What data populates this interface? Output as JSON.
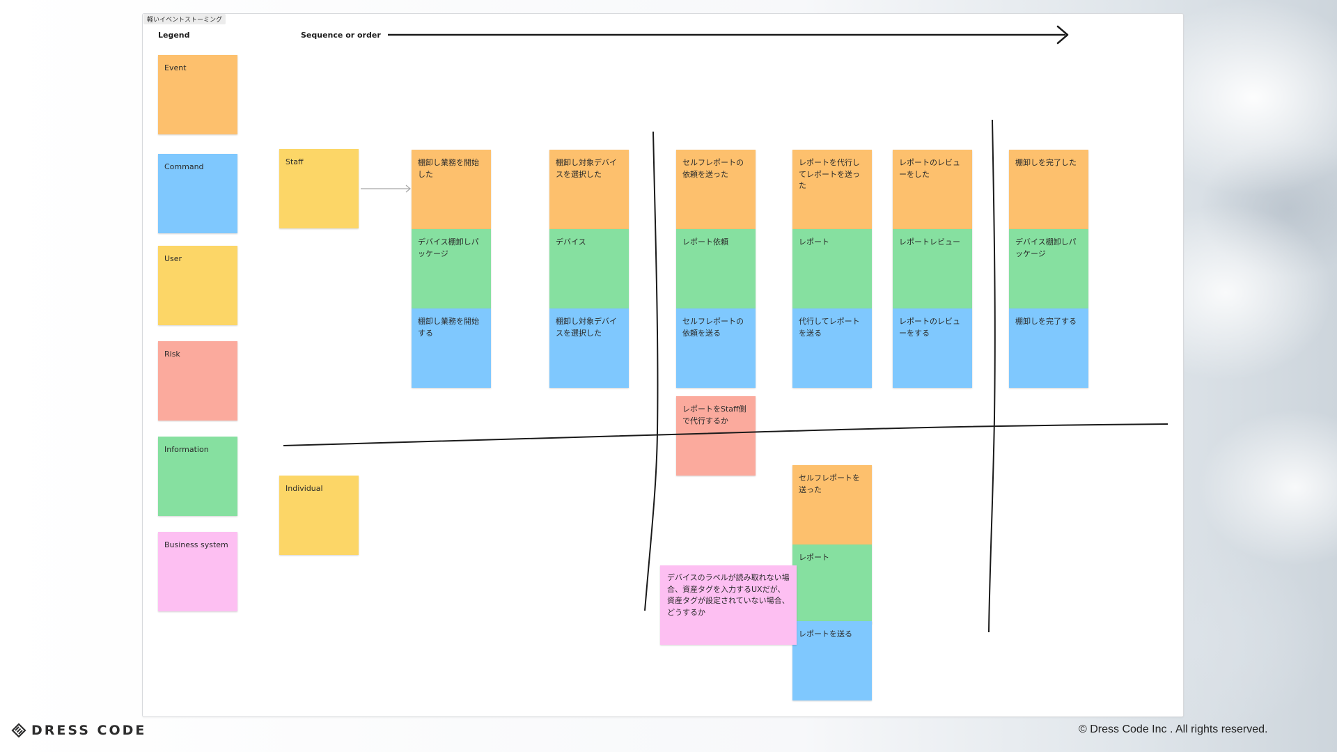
{
  "frame": {
    "label": "軽いイベントストーミング"
  },
  "legend": {
    "title": "Legend",
    "items": [
      {
        "label": "Event",
        "color": "#fdc06d"
      },
      {
        "label": "Command",
        "color": "#7fc8fe"
      },
      {
        "label": "User",
        "color": "#fcd667"
      },
      {
        "label": "Risk",
        "color": "#fbaa9d"
      },
      {
        "label": "Information",
        "color": "#86e0a0"
      },
      {
        "label": "Business system",
        "color": "#fdbff2"
      }
    ]
  },
  "sequence": {
    "label": "Sequence or order"
  },
  "actors": {
    "staff": "Staff",
    "individual": "Individual"
  },
  "columns": [
    {
      "event": "棚卸し業務を開始した",
      "information": "デバイス棚卸しパッケージ",
      "command": "棚卸し業務を開始する"
    },
    {
      "event": "棚卸し対象デバイスを選択した",
      "information": "デバイス",
      "command": "棚卸し対象デバイスを選択した"
    },
    {
      "event": "セルフレポートの依頼を送った",
      "information": "レポート依頼",
      "command": "セルフレポートの依頼を送る"
    },
    {
      "event": "レポートを代行してレポートを送った",
      "information": "レポート",
      "command": "代行してレポートを送る"
    },
    {
      "event": "レポートのレビューをした",
      "information": "レポートレビュー",
      "command": "レポートのレビューをする"
    },
    {
      "event": "棚卸しを完了した",
      "information": "デバイス棚卸しパッケージ",
      "command": "棚卸しを完了する"
    }
  ],
  "risk_note": "レポートをStaff側で代行するか",
  "individual_column": {
    "event": "セルフレポートを送った",
    "information": "レポート",
    "command": "レポートを送る"
  },
  "business_note": "デバイスのラベルが読み取れない場合、資産タグを入力するUXだが、資産タグが設定されていない場合、どうするか",
  "footer": {
    "brand": "DRESS CODE",
    "brand_icon": "dress-code-logo-icon",
    "copyright": "© Dress Code Inc . All rights reserved."
  }
}
